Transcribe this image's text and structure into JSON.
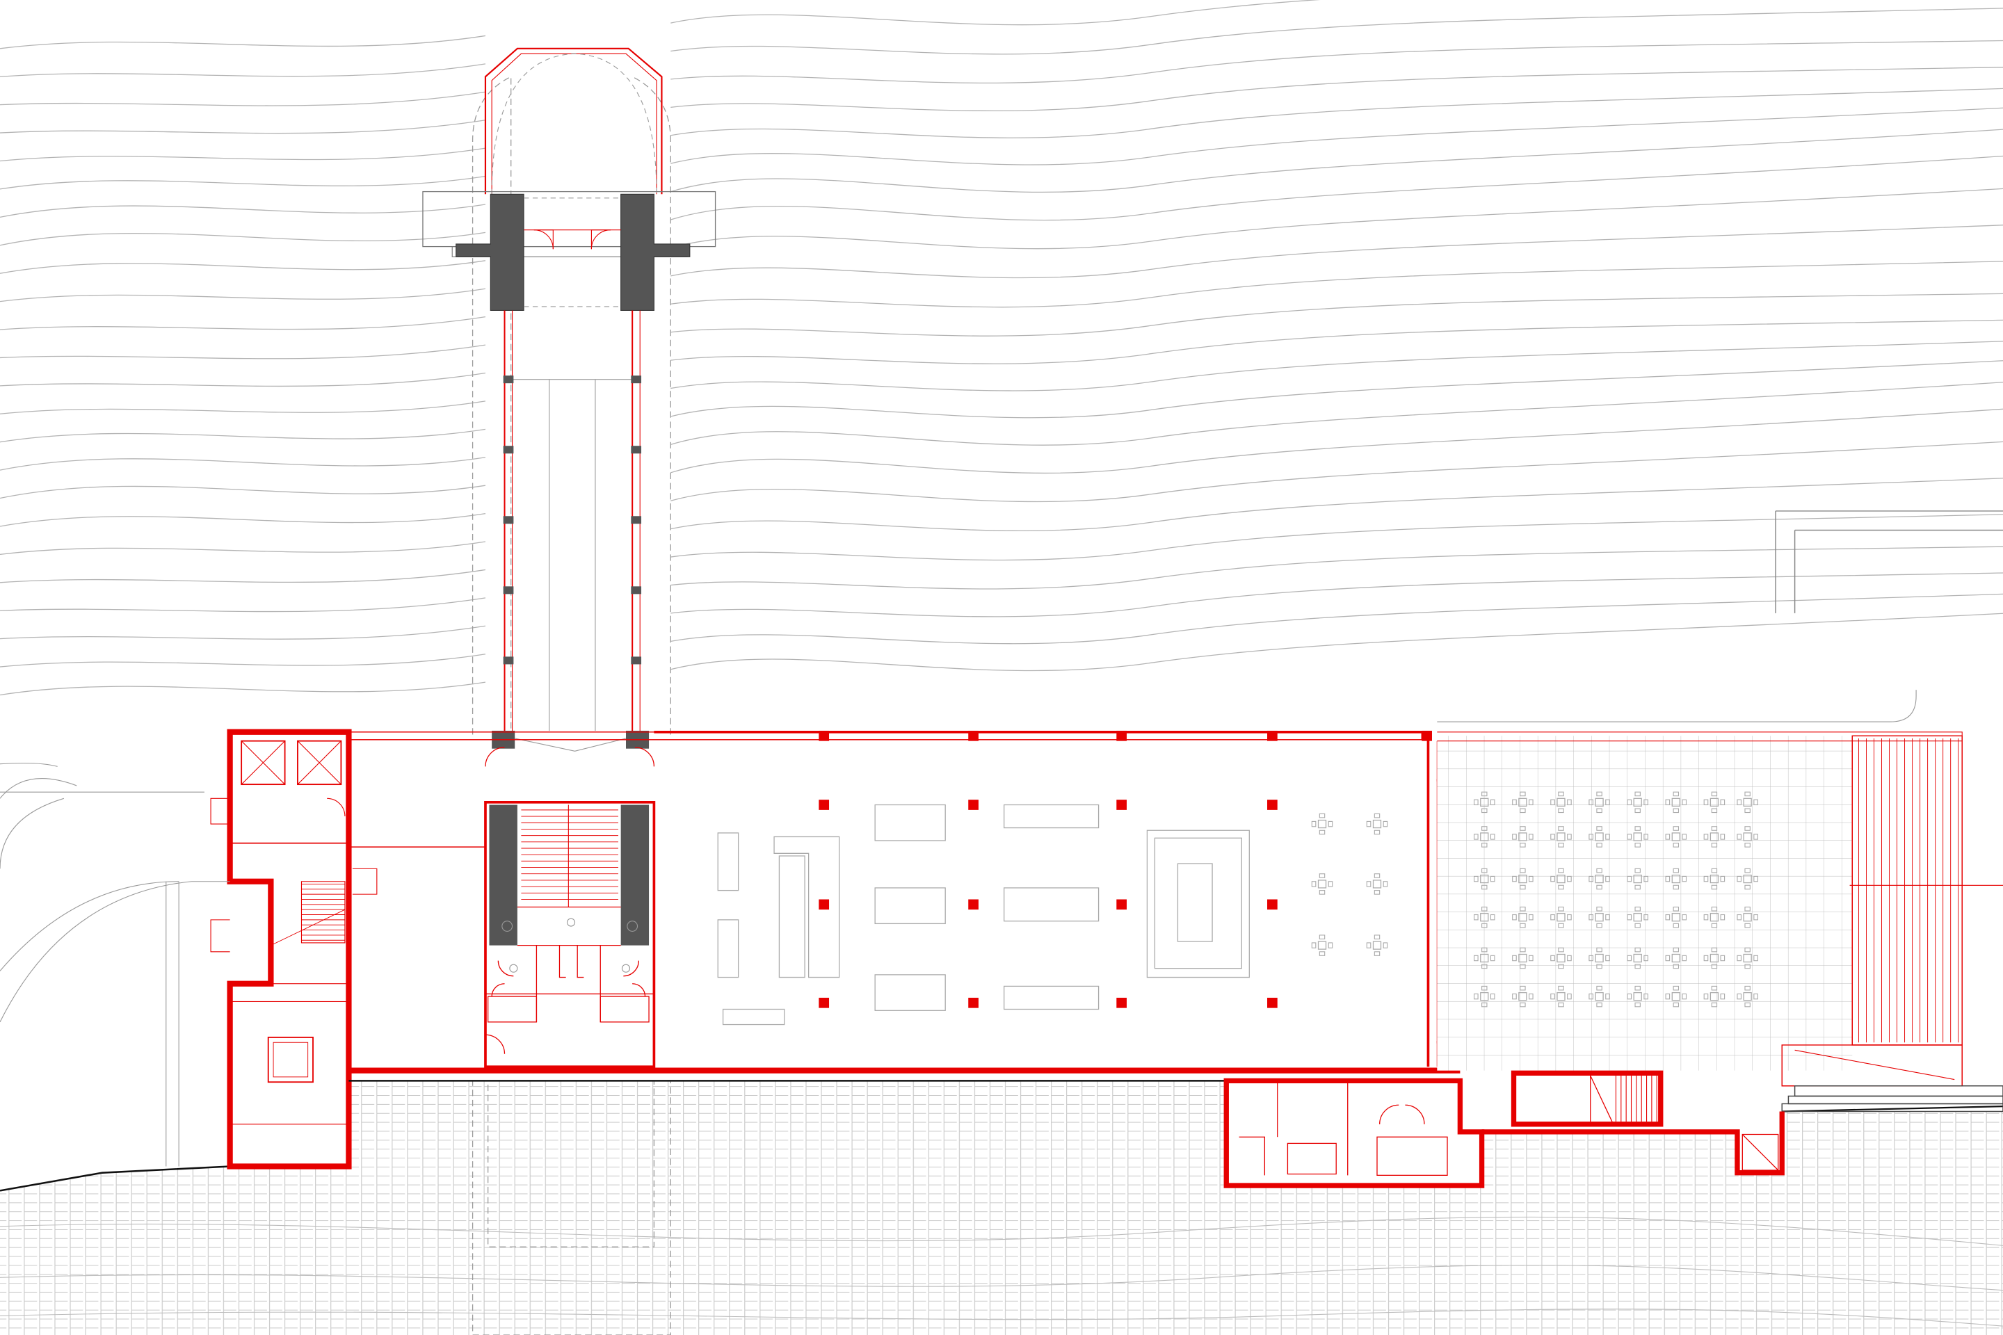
{
  "drawing": {
    "type": "architectural-floor-plan",
    "background_color": "#ffffff",
    "colors": {
      "new_construction": "#e60000",
      "existing_structure": "#555555",
      "contours": "#aaaaaa",
      "terrain_hatch": "#c4c4c4",
      "thin_linework": "#888888"
    },
    "parts": [
      {
        "name": "contour-lines"
      },
      {
        "name": "entrance-bridge"
      },
      {
        "name": "stair-core"
      },
      {
        "name": "lift-tower"
      },
      {
        "name": "main-hall"
      },
      {
        "name": "terrace"
      },
      {
        "name": "service-rooms"
      },
      {
        "name": "terrain-section"
      }
    ]
  }
}
